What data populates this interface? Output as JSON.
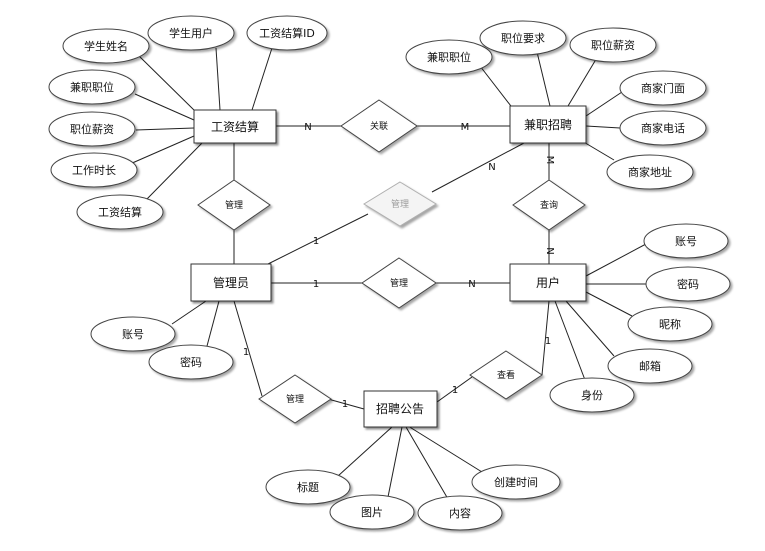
{
  "entities": {
    "salary": "工资结算",
    "job": "兼职招聘",
    "admin": "管理员",
    "user": "用户",
    "notice": "招聘公告"
  },
  "attributes": {
    "salary_student_name": "学生姓名",
    "salary_student_user": "学生用户",
    "salary_id": "工资结算ID",
    "salary_job_title": "兼职职位",
    "salary_job_pay": "职位薪资",
    "salary_hours": "工作时长",
    "salary_amount": "工资结算",
    "job_title": "兼职职位",
    "job_requirement": "职位要求",
    "job_pay": "职位薪资",
    "job_store_name": "商家门面",
    "job_store_phone": "商家电话",
    "job_store_address": "商家地址",
    "admin_account": "账号",
    "admin_password": "密码",
    "user_account": "账号",
    "user_password": "密码",
    "user_nickname": "昵称",
    "user_email": "邮箱",
    "user_identity": "身份",
    "notice_title": "标题",
    "notice_image": "图片",
    "notice_content": "内容",
    "notice_created": "创建时间"
  },
  "relationships": {
    "link": "关联",
    "manage_salary": "管理",
    "manage_job": "管理",
    "query_job": "查询",
    "manage_user": "管理",
    "manage_notice": "管理",
    "view_notice": "查看"
  },
  "cardinalities": {
    "salary_link": "N",
    "job_link": "M",
    "job_query": "M",
    "user_query": "N",
    "admin_manage_job": "1",
    "job_manage_admin": "N",
    "admin_manage_user": "1",
    "user_manage_admin": "N",
    "admin_notice_top": "1",
    "admin_notice_bottom": "1",
    "user_view": "1",
    "notice_view": "1"
  }
}
